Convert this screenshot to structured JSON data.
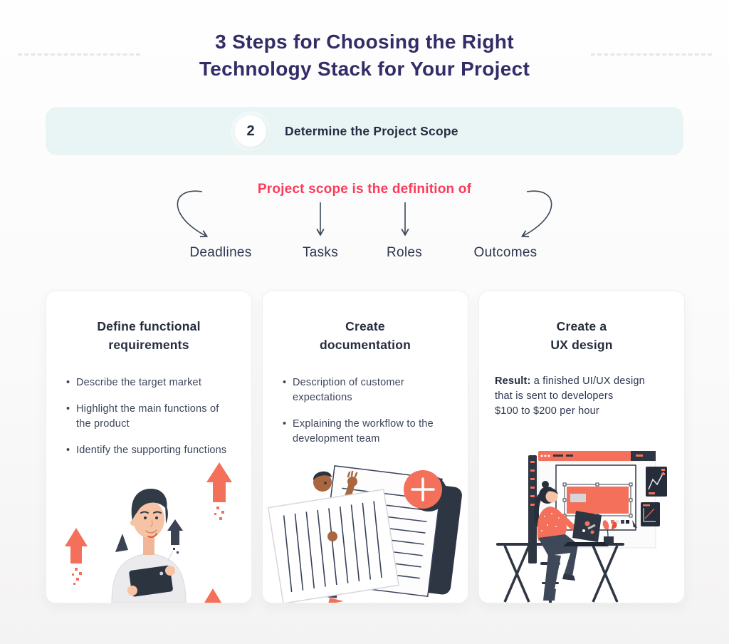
{
  "colors": {
    "title_navy": "#322d68",
    "accent_red": "#fb3b5a",
    "illustration_salmon": "#f4705a",
    "illustration_dark_navy": "#2e3644",
    "banner_bg": "#e9f5f4",
    "body_text": "#3c445a"
  },
  "header": {
    "title_line1": "3 Steps for Choosing the Right",
    "title_line2": "Technology Stack for Your Project"
  },
  "step_banner": {
    "number": "2",
    "label": "Determine the Project Scope"
  },
  "scope_diagram": {
    "heading": "Project scope is the definition of",
    "items": [
      {
        "label": "Deadlines"
      },
      {
        "label": "Tasks"
      },
      {
        "label": "Roles"
      },
      {
        "label": "Outcomes"
      }
    ]
  },
  "cards": [
    {
      "title_line1": "Define functional",
      "title_line2": "requirements",
      "bullets": [
        "Describe the target market",
        "Highlight the main functions of the product",
        "Identify the supporting functions"
      ],
      "illustration": "man holding tablet with growth arrows"
    },
    {
      "title_line1": "Create",
      "title_line2": "documentation",
      "bullets": [
        "Description of customer expectations",
        "Explaining the workflow to the development team"
      ],
      "illustration": "person presenting documents with add button"
    },
    {
      "title_line1": "Create a",
      "title_line2": "UX design",
      "result_label": "Result:",
      "result_line1": "a finished UI/UX design",
      "result_line2": "that is sent to developers",
      "result_line3": "$100 to $200 per hour",
      "illustration": "designer working at desk with design board"
    }
  ]
}
